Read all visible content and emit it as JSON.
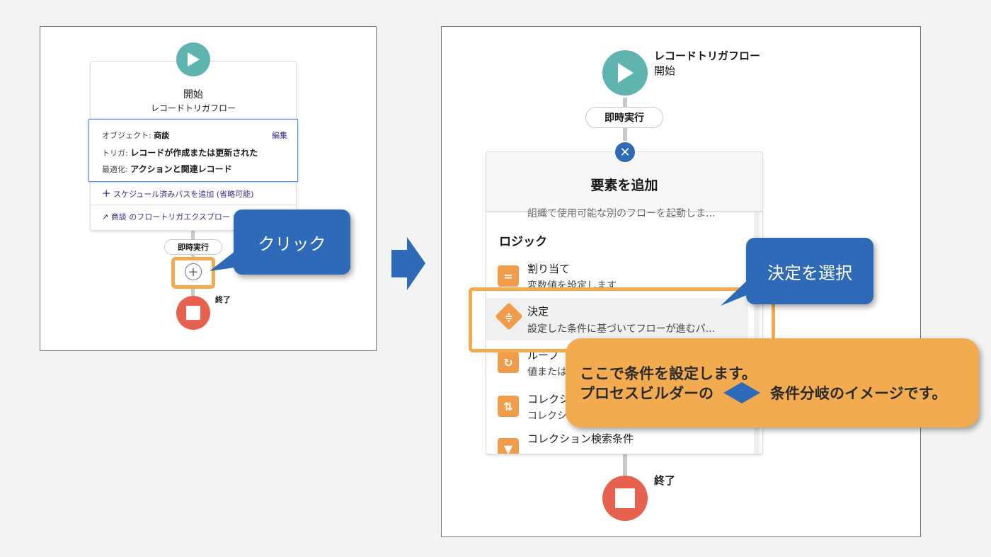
{
  "left": {
    "start_title": "開始",
    "start_subtitle": "レコードトリガフロー",
    "object_label": "オブジェクト:",
    "object_value": "商談",
    "edit_link": "編集",
    "trigger_label": "トリガ:",
    "trigger_value": "レコードが作成または更新された",
    "optimize_label": "最適化:",
    "optimize_value": "アクションと関連レコード",
    "add_path": "スケジュール済みパスを追加 (省略可能)",
    "explorer_link": "商談 のフロートリガエクスプロー",
    "run_pill": "即時実行",
    "end_label": "終了",
    "callout": "クリック"
  },
  "right": {
    "flow_title": "レコードトリガフロー",
    "flow_subtitle": "開始",
    "run_pill": "即時実行",
    "panel_title": "要素を追加",
    "truncated_top": "組織で使用可能な別のフローを起動しま...",
    "section": "ロジック",
    "items": [
      {
        "title": "割り当て",
        "desc": "変数値を設定します"
      },
      {
        "title": "決定",
        "desc": "設定した条件に基づいてフローが進むパ..."
      },
      {
        "title": "ループ",
        "desc": "値または"
      },
      {
        "title": "コレクシ",
        "desc": "コレクシ"
      },
      {
        "title": "コレクション検索条件",
        "desc": ""
      }
    ],
    "end_label": "終了",
    "callout_select": "決定を選択",
    "note_line1": "ここで条件を設定します。",
    "note_line2a": "プロセスビルダーの",
    "note_line2b": "条件分岐のイメージです。"
  },
  "colors": {
    "teal": "#5fb4b0",
    "red": "#e8614f",
    "blue": "#2e6ab8",
    "orange": "#f2ab4e"
  }
}
